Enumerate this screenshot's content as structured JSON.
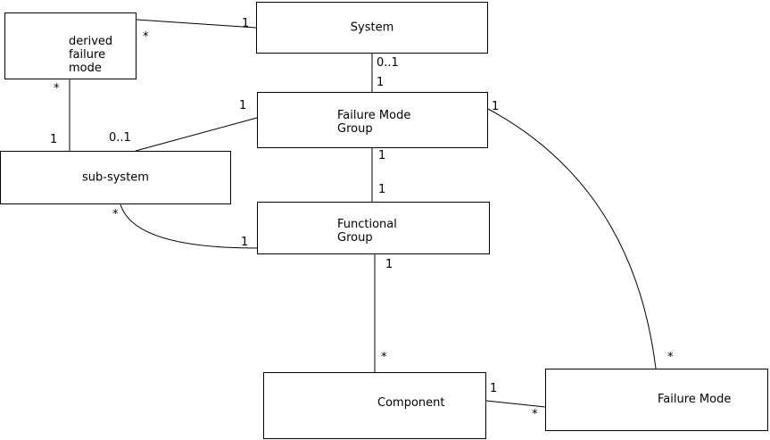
{
  "diagram": {
    "type": "class-diagram",
    "colors": {
      "background": "#ffffff",
      "line": "#000000",
      "text": "#000000"
    },
    "nodes": {
      "derived_failure_mode": {
        "label": "derived\nfailure\nmode"
      },
      "system": {
        "label": "System"
      },
      "failure_mode_group": {
        "label": "Failure Mode\nGroup"
      },
      "sub_system": {
        "label": "sub-system"
      },
      "functional_group": {
        "label": "Functional\nGroup"
      },
      "component": {
        "label": "Component"
      },
      "failure_mode": {
        "label": "Failure Mode"
      }
    },
    "edges": {
      "system__derived_failure_mode": {
        "system_end": "1",
        "derived_failure_mode_end": "*"
      },
      "system__failure_mode_group": {
        "system_end": "0..1",
        "failure_mode_group_end": "1"
      },
      "failure_mode_group__sub_system": {
        "failure_mode_group_end": "1",
        "sub_system_end": "0..1"
      },
      "derived_failure_mode__sub_system": {
        "derived_failure_mode_end": "*",
        "sub_system_end": "1"
      },
      "failure_mode_group__functional_group": {
        "failure_mode_group_end": "1",
        "functional_group_end": "1"
      },
      "sub_system__functional_group": {
        "sub_system_end": "*",
        "functional_group_end": "1"
      },
      "functional_group__component": {
        "functional_group_end": "1",
        "component_end": "*"
      },
      "failure_mode_group__failure_mode": {
        "failure_mode_group_end": "1",
        "failure_mode_end": "*"
      },
      "component__failure_mode": {
        "component_end": "1",
        "failure_mode_end": "*"
      }
    }
  }
}
